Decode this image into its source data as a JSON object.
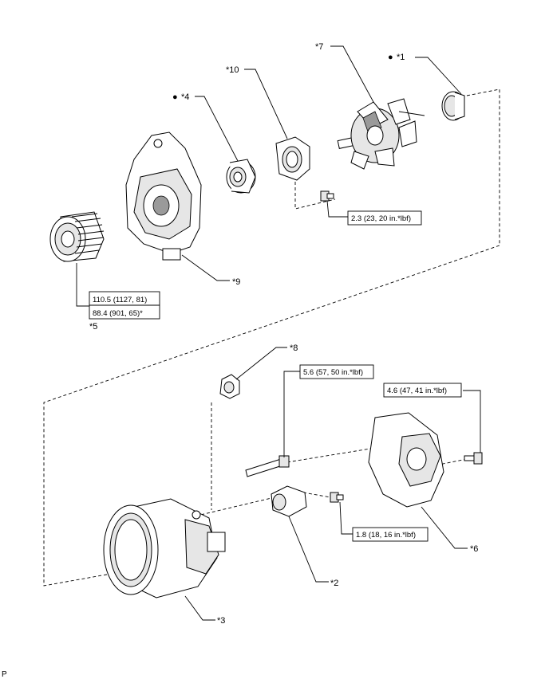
{
  "callouts": {
    "c1": "*1",
    "c2": "*2",
    "c3": "*3",
    "c4": "*4",
    "c5": "*5",
    "c6": "*6",
    "c7": "*7",
    "c8": "*8",
    "c9": "*9",
    "c10": "*10"
  },
  "bullet": "●",
  "torque": {
    "t_pulley_1": "110.5 (1127, 81)",
    "t_pulley_2": "88.4 (901, 65)*",
    "t_brush_screw": "2.3 (23, 20 in.*lbf)",
    "t_through_bolt": "5.6 (57, 50 in.*lbf)",
    "t_cover_bolt": "4.6 (47, 41 in.*lbf)",
    "t_regulator_screw": "1.8 (18, 16 in.*lbf)"
  },
  "corner_mark": "P"
}
